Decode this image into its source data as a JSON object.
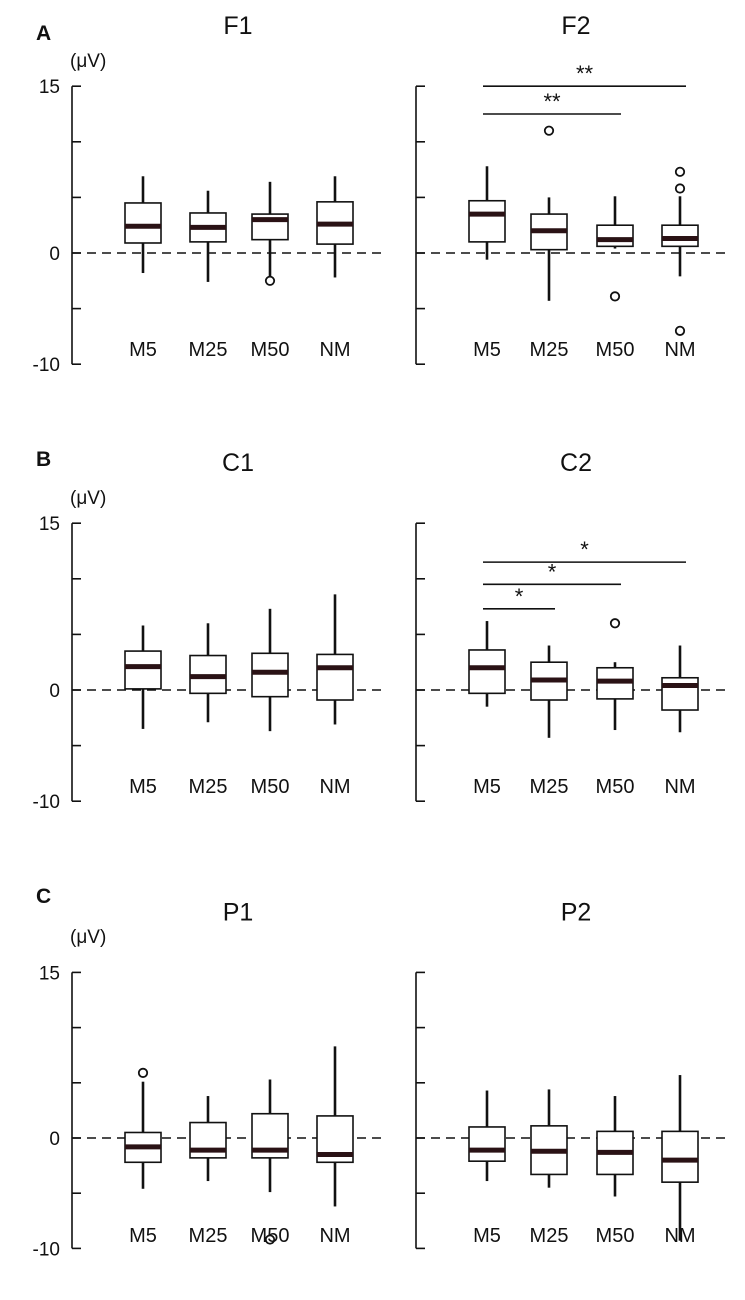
{
  "figure": {
    "panels": [
      {
        "letter": "A",
        "unit": "(μV)"
      },
      {
        "letter": "B",
        "unit": "(μV)"
      },
      {
        "letter": "C",
        "unit": "(μV)"
      }
    ]
  },
  "chart_data": [
    {
      "type": "box",
      "panel": "A",
      "title": "F1",
      "categories": [
        "M5",
        "M25",
        "M50",
        "NM"
      ],
      "ylim": [
        -10,
        15
      ],
      "yticks": [
        15,
        0,
        -10
      ],
      "ylabel": "(μV)",
      "reference_line": 0,
      "boxes": [
        {
          "whisker_low": -1.8,
          "q1": 0.9,
          "median": 2.4,
          "q3": 4.5,
          "whisker_high": 6.9,
          "outliers": []
        },
        {
          "whisker_low": -2.6,
          "q1": 1.0,
          "median": 2.3,
          "q3": 3.6,
          "whisker_high": 5.6,
          "outliers": []
        },
        {
          "whisker_low": -2.2,
          "q1": 1.2,
          "median": 3.0,
          "q3": 3.5,
          "whisker_high": 6.4,
          "outliers": [
            -2.5
          ]
        },
        {
          "whisker_low": -2.2,
          "q1": 0.8,
          "median": 2.6,
          "q3": 4.6,
          "whisker_high": 6.9,
          "outliers": []
        }
      ],
      "significance": []
    },
    {
      "type": "box",
      "panel": "A",
      "title": "F2",
      "categories": [
        "M5",
        "M25",
        "M50",
        "NM"
      ],
      "ylim": [
        -10,
        15
      ],
      "yticks": [],
      "reference_line": 0,
      "boxes": [
        {
          "whisker_low": -0.6,
          "q1": 1.0,
          "median": 3.5,
          "q3": 4.7,
          "whisker_high": 7.8,
          "outliers": []
        },
        {
          "whisker_low": -4.3,
          "q1": 0.3,
          "median": 2.0,
          "q3": 3.5,
          "whisker_high": 5.0,
          "outliers": [
            11.0
          ]
        },
        {
          "whisker_low": 0.4,
          "q1": 0.6,
          "median": 1.2,
          "q3": 2.5,
          "whisker_high": 5.1,
          "outliers": [
            -3.9
          ]
        },
        {
          "whisker_low": -2.1,
          "q1": 0.6,
          "median": 1.3,
          "q3": 2.5,
          "whisker_high": 5.1,
          "outliers": [
            7.3,
            5.8,
            -7.0
          ]
        }
      ],
      "significance": [
        {
          "from": "M5",
          "to": "NM",
          "label": "**",
          "y": 15.0
        },
        {
          "from": "M5",
          "to": "M50",
          "label": "**",
          "y": 12.5
        }
      ]
    },
    {
      "type": "box",
      "panel": "B",
      "title": "C1",
      "categories": [
        "M5",
        "M25",
        "M50",
        "NM"
      ],
      "ylim": [
        -10,
        15
      ],
      "yticks": [
        15,
        0,
        -10
      ],
      "ylabel": "(μV)",
      "reference_line": 0,
      "boxes": [
        {
          "whisker_low": -3.5,
          "q1": 0.1,
          "median": 2.1,
          "q3": 3.5,
          "whisker_high": 5.8,
          "outliers": []
        },
        {
          "whisker_low": -2.9,
          "q1": -0.3,
          "median": 1.2,
          "q3": 3.1,
          "whisker_high": 6.0,
          "outliers": []
        },
        {
          "whisker_low": -3.7,
          "q1": -0.6,
          "median": 1.6,
          "q3": 3.3,
          "whisker_high": 7.3,
          "outliers": []
        },
        {
          "whisker_low": -3.1,
          "q1": -0.9,
          "median": 2.0,
          "q3": 3.2,
          "whisker_high": 8.6,
          "outliers": []
        }
      ],
      "significance": []
    },
    {
      "type": "box",
      "panel": "B",
      "title": "C2",
      "categories": [
        "M5",
        "M25",
        "M50",
        "NM"
      ],
      "ylim": [
        -10,
        15
      ],
      "yticks": [],
      "reference_line": 0,
      "boxes": [
        {
          "whisker_low": -1.5,
          "q1": -0.3,
          "median": 2.0,
          "q3": 3.6,
          "whisker_high": 6.2,
          "outliers": []
        },
        {
          "whisker_low": -4.3,
          "q1": -0.9,
          "median": 0.9,
          "q3": 2.5,
          "whisker_high": 4.0,
          "outliers": []
        },
        {
          "whisker_low": -3.6,
          "q1": -0.8,
          "median": 0.8,
          "q3": 2.0,
          "whisker_high": 2.5,
          "outliers": [
            6.0
          ]
        },
        {
          "whisker_low": -3.8,
          "q1": -1.8,
          "median": 0.4,
          "q3": 1.1,
          "whisker_high": 4.0,
          "outliers": []
        }
      ],
      "significance": [
        {
          "from": "M5",
          "to": "NM",
          "label": "*",
          "y": 11.5
        },
        {
          "from": "M5",
          "to": "M50",
          "label": "*",
          "y": 9.5
        },
        {
          "from": "M5",
          "to": "M25",
          "label": "*",
          "y": 7.3
        }
      ]
    },
    {
      "type": "box",
      "panel": "C",
      "title": "P1",
      "categories": [
        "M5",
        "M25",
        "M50",
        "NM"
      ],
      "ylim": [
        -10,
        15
      ],
      "yticks": [
        15,
        0,
        -10
      ],
      "ylabel": "(μV)",
      "reference_line": 0,
      "boxes": [
        {
          "whisker_low": -4.6,
          "q1": -2.2,
          "median": -0.8,
          "q3": 0.5,
          "whisker_high": 5.1,
          "outliers": [
            5.9
          ]
        },
        {
          "whisker_low": -3.9,
          "q1": -1.8,
          "median": -1.1,
          "q3": 1.4,
          "whisker_high": 3.8,
          "outliers": []
        },
        {
          "whisker_low": -4.9,
          "q1": -1.8,
          "median": -1.1,
          "q3": 2.2,
          "whisker_high": 5.3,
          "outliers": [
            -9.2
          ]
        },
        {
          "whisker_low": -6.2,
          "q1": -2.2,
          "median": -1.5,
          "q3": 2.0,
          "whisker_high": 8.3,
          "outliers": []
        }
      ],
      "significance": []
    },
    {
      "type": "box",
      "panel": "C",
      "title": "P2",
      "categories": [
        "M5",
        "M25",
        "M50",
        "NM"
      ],
      "ylim": [
        -10,
        15
      ],
      "yticks": [],
      "reference_line": 0,
      "boxes": [
        {
          "whisker_low": -3.9,
          "q1": -2.1,
          "median": -1.1,
          "q3": 1.0,
          "whisker_high": 4.3,
          "outliers": []
        },
        {
          "whisker_low": -4.5,
          "q1": -3.3,
          "median": -1.2,
          "q3": 1.1,
          "whisker_high": 4.4,
          "outliers": []
        },
        {
          "whisker_low": -5.3,
          "q1": -3.3,
          "median": -1.3,
          "q3": 0.6,
          "whisker_high": 3.8,
          "outliers": []
        },
        {
          "whisker_low": -9.3,
          "q1": -4.0,
          "median": -2.0,
          "q3": 0.6,
          "whisker_high": 5.7,
          "outliers": []
        }
      ],
      "significance": []
    }
  ]
}
